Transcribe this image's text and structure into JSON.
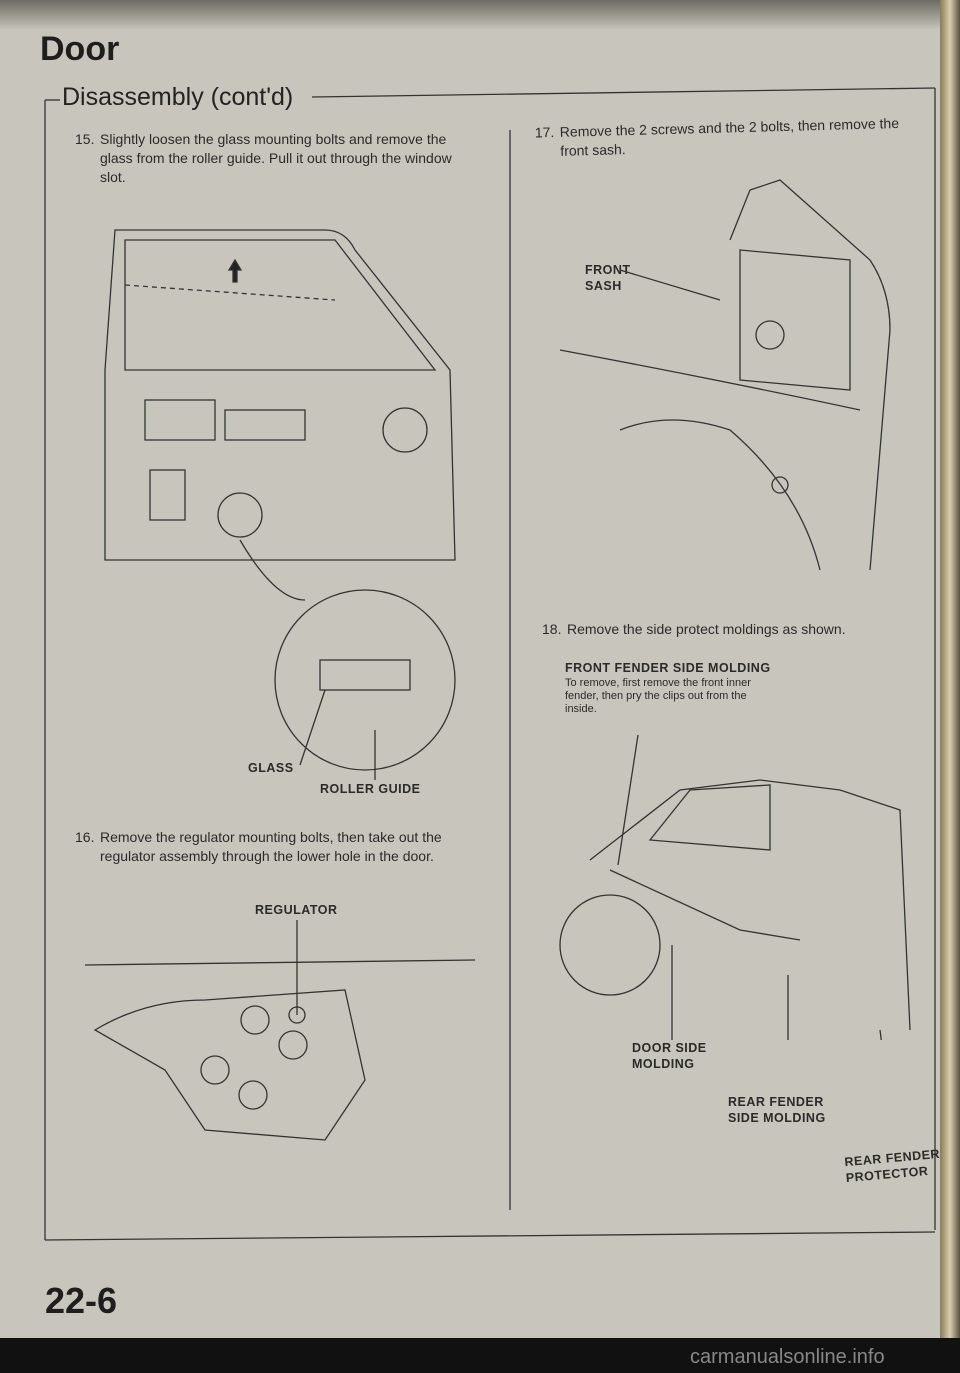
{
  "header": {
    "section": "Door",
    "subtitle": "Disassembly (cont'd)"
  },
  "steps": [
    {
      "num": "15.",
      "text": "Slightly loosen the glass mounting bolts and remove the glass from the roller guide. Pull it out through the window slot."
    },
    {
      "num": "16.",
      "text": "Remove the regulator mounting bolts, then take out the regulator assembly through the lower hole in the door."
    },
    {
      "num": "17.",
      "text": "Remove the 2 screws and the 2 bolts, then remove the front sash."
    },
    {
      "num": "18.",
      "text": "Remove the side protect moldings as shown."
    }
  ],
  "labels": {
    "glass": "GLASS",
    "roller_guide": "ROLLER GUIDE",
    "regulator": "REGULATOR",
    "front_sash_1": "FRONT",
    "front_sash_2": "SASH",
    "ffsm_title": "FRONT FENDER SIDE MOLDING",
    "ffsm_note": "To remove, first remove the front inner fender, then pry the clips out from the inside.",
    "door_side_1": "DOOR SIDE",
    "door_side_2": "MOLDING",
    "rear_side_1": "REAR FENDER",
    "rear_side_2": "SIDE MOLDING",
    "rear_prot_1": "REAR FENDER",
    "rear_prot_2": "PROTECTOR"
  },
  "footer": {
    "page": "22-6",
    "watermark": "carmanualsonline.info"
  }
}
